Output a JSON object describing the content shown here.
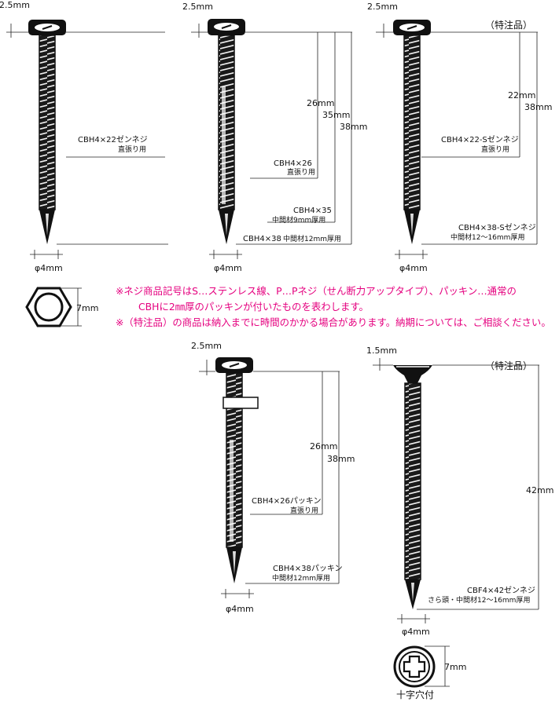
{
  "notes": {
    "line1": "※ネジ商品記号はS…ステンレス線、P…Pネジ（せん断力アップタイプ）、パッキン…通常の",
    "line2": "CBHに2㎜厚のパッキンが付いたものを表わします。",
    "line3": "※（特注品）の商品は納入までに時間のかかる場合があります。納期については、ご相談ください。"
  },
  "special_order_tag": "（特注品）",
  "hex_nut": {
    "width_label": "7mm"
  },
  "cross_recess": {
    "width_label": "7mm",
    "caption": "十字穴付"
  },
  "screws": [
    {
      "head_label": "2.5mm",
      "dia_label": "φ4mm",
      "items": [
        {
          "name": "CBH4×22ゼンネジ",
          "use": "直張り用"
        }
      ]
    },
    {
      "head_label": "2.5mm",
      "dia_label": "φ4mm",
      "lengths": [
        "26mm",
        "35mm",
        "38mm"
      ],
      "items": [
        {
          "name": "CBH4×26",
          "use": "直張り用"
        },
        {
          "name": "CBH4×35",
          "use": "中間材9mm厚用"
        },
        {
          "name": "CBH4×38",
          "use": "中間材12mm厚用"
        }
      ]
    },
    {
      "head_label": "2.5mm",
      "dia_label": "φ4mm",
      "lengths": [
        "22mm",
        "38mm"
      ],
      "items": [
        {
          "name": "CBH4×22-Sゼンネジ",
          "use": "直張り用"
        },
        {
          "name": "CBH4×38-Sゼンネジ",
          "use": "中間材12〜16mm厚用"
        }
      ]
    },
    {
      "head_label": "2.5mm",
      "dia_label": "φ4mm",
      "lengths": [
        "26mm",
        "38mm"
      ],
      "items": [
        {
          "name": "CBH4×26パッキン",
          "use": "直張り用"
        },
        {
          "name": "CBH4×38パッキン",
          "use": "中間材12mm厚用"
        }
      ]
    },
    {
      "head_label": "1.5mm",
      "dia_label": "φ4mm",
      "lengths": [
        "42mm"
      ],
      "items": [
        {
          "name": "CBF4×42ゼンネジ",
          "use": "さら頭・中間材12〜16mm厚用"
        }
      ]
    }
  ]
}
